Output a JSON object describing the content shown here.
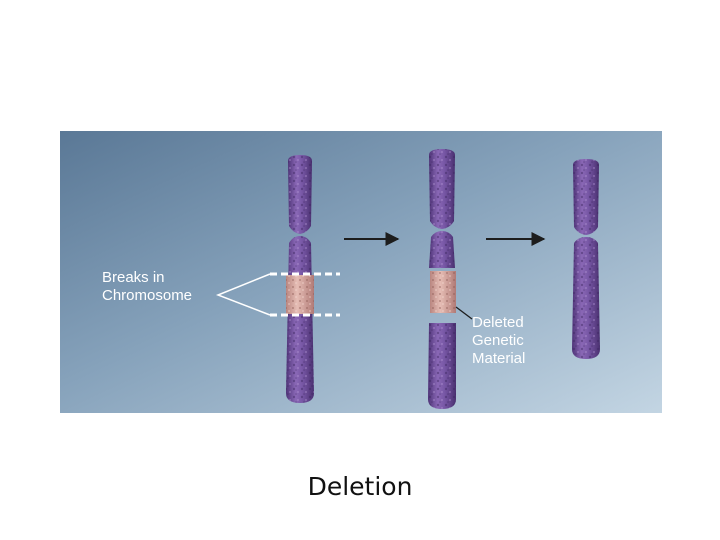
{
  "figure": {
    "labels": {
      "breaks_line1": "Breaks in",
      "breaks_line2": "Chromosome",
      "deleted_line1": "Deleted",
      "deleted_line2": "Genetic",
      "deleted_line3": "Material"
    },
    "colors": {
      "background_dark": "#5e7c99",
      "background_light": "#bdd1e0",
      "chromosome": "#6f4e9a",
      "chromosome_highlight": "#9c7cc4",
      "deleted_segment": "#d8a59f",
      "label_text": "#ffffff"
    }
  },
  "caption": {
    "text": "Deletion"
  }
}
